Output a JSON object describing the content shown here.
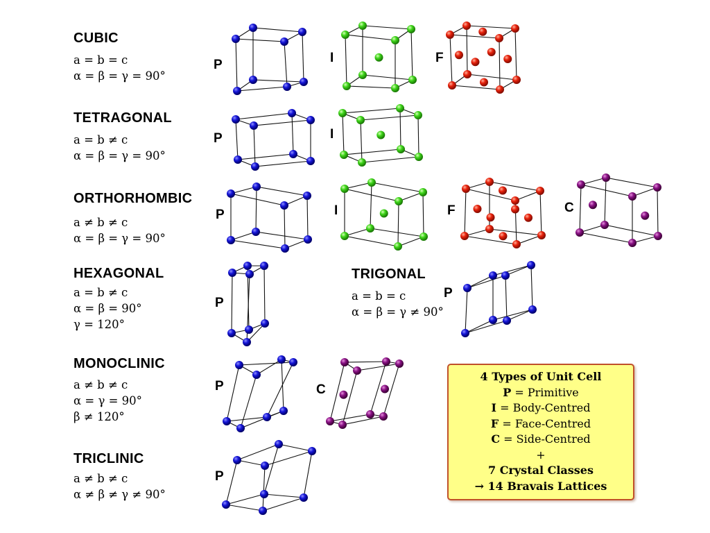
{
  "crystal_classes": {
    "cubic": {
      "title": "CUBIC",
      "lines": [
        "a = b = c",
        "α = β = γ = 90°"
      ]
    },
    "tetragonal": {
      "title": "TETRAGONAL",
      "lines": [
        "a = b ≠ c",
        "α = β = γ = 90°"
      ]
    },
    "orthorhombic": {
      "title": "ORTHORHOMBIC",
      "lines": [
        "a ≠ b ≠ c",
        "α = β = γ = 90°"
      ]
    },
    "hexagonal": {
      "title": "HEXAGONAL",
      "lines": [
        "a = b ≠ c",
        "α = β = 90°",
        "γ = 120°"
      ]
    },
    "trigonal": {
      "title": "TRIGONAL",
      "lines": [
        "a = b = c",
        "α = β = γ ≠ 90°"
      ]
    },
    "monoclinic": {
      "title": "MONOCLINIC",
      "lines": [
        "a ≠ b ≠ c",
        "α = γ = 90°",
        "β ≠ 120°"
      ]
    },
    "triclinic": {
      "title": "TRICLINIC",
      "lines": [
        "a ≠ b ≠ c",
        "α ≠ β ≠ γ ≠ 90°"
      ]
    }
  },
  "cell_type_letters": {
    "P": "P",
    "I": "I",
    "F": "F",
    "C": "C"
  },
  "colors": {
    "P": "#1515d8",
    "I": "#3fd61a",
    "F": "#e8220c",
    "C": "#8a1285",
    "legend_bg": "#ffff88",
    "legend_border": "#c0502a"
  },
  "legend": {
    "title": "4 Types of Unit Cell",
    "p_letter": "P",
    "p_text": " = Primitive",
    "i_letter": "I",
    "i_text": " = Body-Centred",
    "f_letter": "F",
    "f_text": " = Face-Centred",
    "c_letter": "C",
    "c_text": " = Side-Centred",
    "plus": "+",
    "classes": "7 Crystal Classes",
    "result": "→ 14 Bravais Lattices"
  }
}
